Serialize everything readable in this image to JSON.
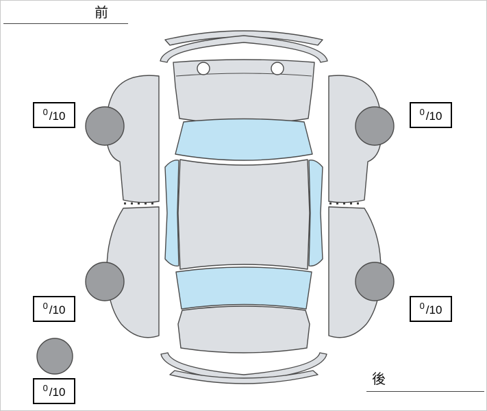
{
  "labels": {
    "front": "前",
    "rear": "後"
  },
  "scores": {
    "front_left": {
      "value": "0",
      "max": "/10"
    },
    "front_right": {
      "value": "0",
      "max": "/10"
    },
    "rear_left": {
      "value": "0",
      "max": "/10"
    },
    "rear_right": {
      "value": "0",
      "max": "/10"
    },
    "spare": {
      "value": "0",
      "max": "/10"
    }
  },
  "colors": {
    "body": "#dcdfe3",
    "window": "#bfe3f4",
    "wheel": "#9c9ea1",
    "detail": "#ffffff"
  }
}
